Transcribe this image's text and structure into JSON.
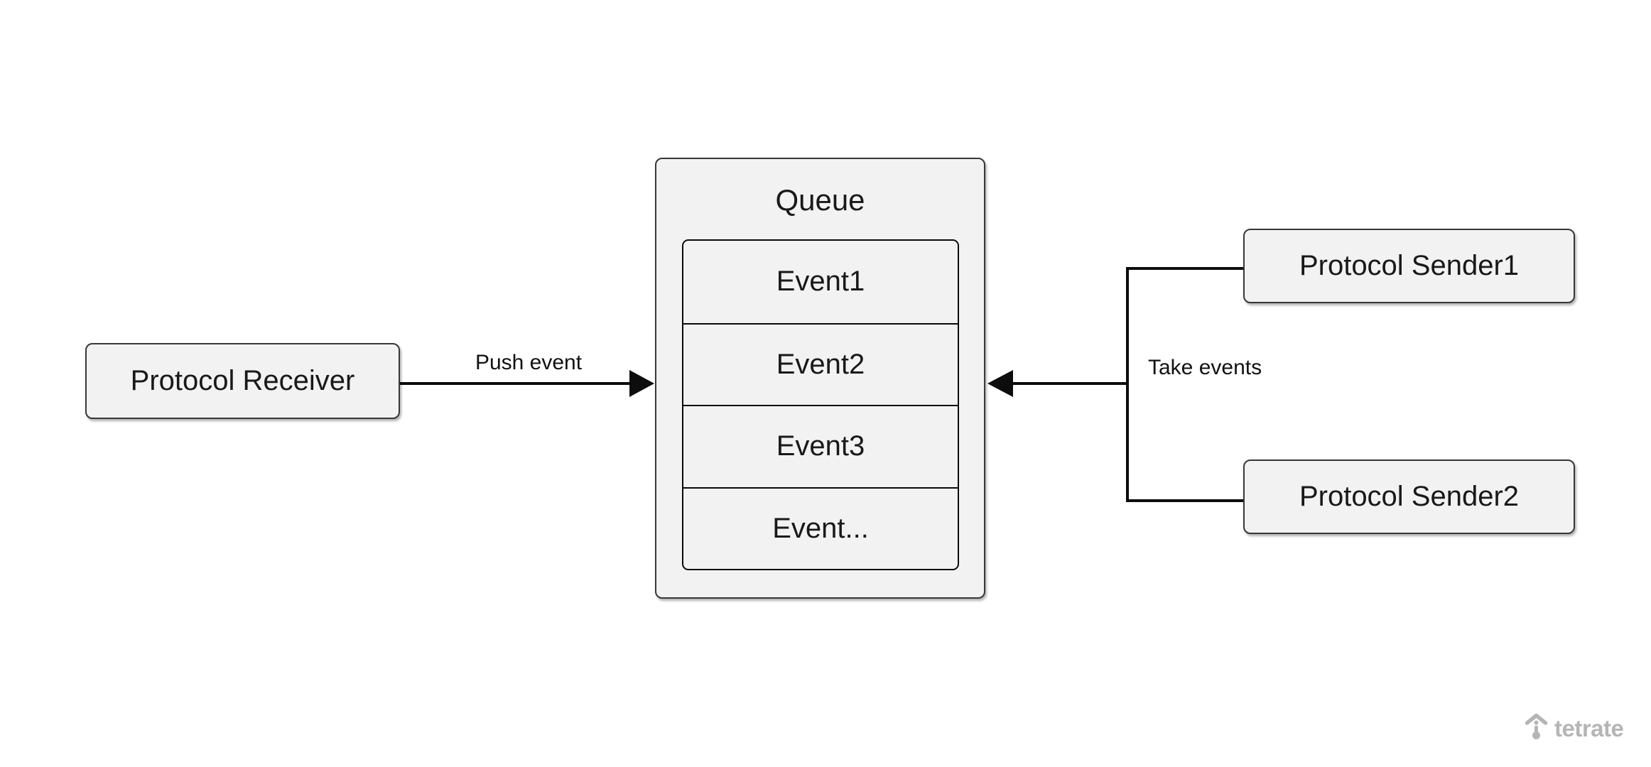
{
  "diagram": {
    "background_color": "#ffffff",
    "node_fill_color": "#f2f2f2",
    "node_border_color": "#383838",
    "line_color": "#0d0d0d",
    "text_color": "#191919",
    "nodes": {
      "receiver": {
        "label": "Protocol Receiver"
      },
      "queue": {
        "title": "Queue",
        "events": [
          "Event1",
          "Event2",
          "Event3",
          "Event..."
        ]
      },
      "sender1": {
        "label": "Protocol Sender1"
      },
      "sender2": {
        "label": "Protocol Sender2"
      }
    },
    "edges": {
      "push": {
        "label": "Push event",
        "from": "Protocol Receiver",
        "to": "Queue"
      },
      "take": {
        "label": "Take events",
        "from": "Protocol Sender1, Protocol Sender2",
        "to": "Queue"
      }
    }
  },
  "branding": {
    "logo_text": "tetrate",
    "logo_icon": "tetrate-tree-icon",
    "logo_color": "#b5b5b5"
  }
}
